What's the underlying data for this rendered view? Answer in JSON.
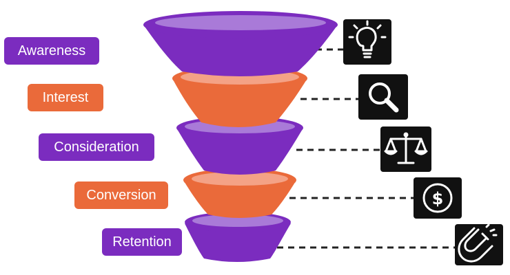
{
  "colors": {
    "purple": "#7b2cbf",
    "purple_rim": "#a97ad8",
    "orange": "#ea6a3a",
    "orange_rim": "#f4a286",
    "icon_bg": "#111111",
    "connector": "#222222"
  },
  "stages": [
    {
      "label": "Awareness",
      "color": "purple",
      "icon": "lightbulb-icon"
    },
    {
      "label": "Interest",
      "color": "orange",
      "icon": "magnifier-icon"
    },
    {
      "label": "Consideration",
      "color": "purple",
      "icon": "balance-scale-icon"
    },
    {
      "label": "Conversion",
      "color": "orange",
      "icon": "dollar-coin-icon"
    },
    {
      "label": "Retention",
      "color": "purple",
      "icon": "magnet-icon"
    }
  ]
}
